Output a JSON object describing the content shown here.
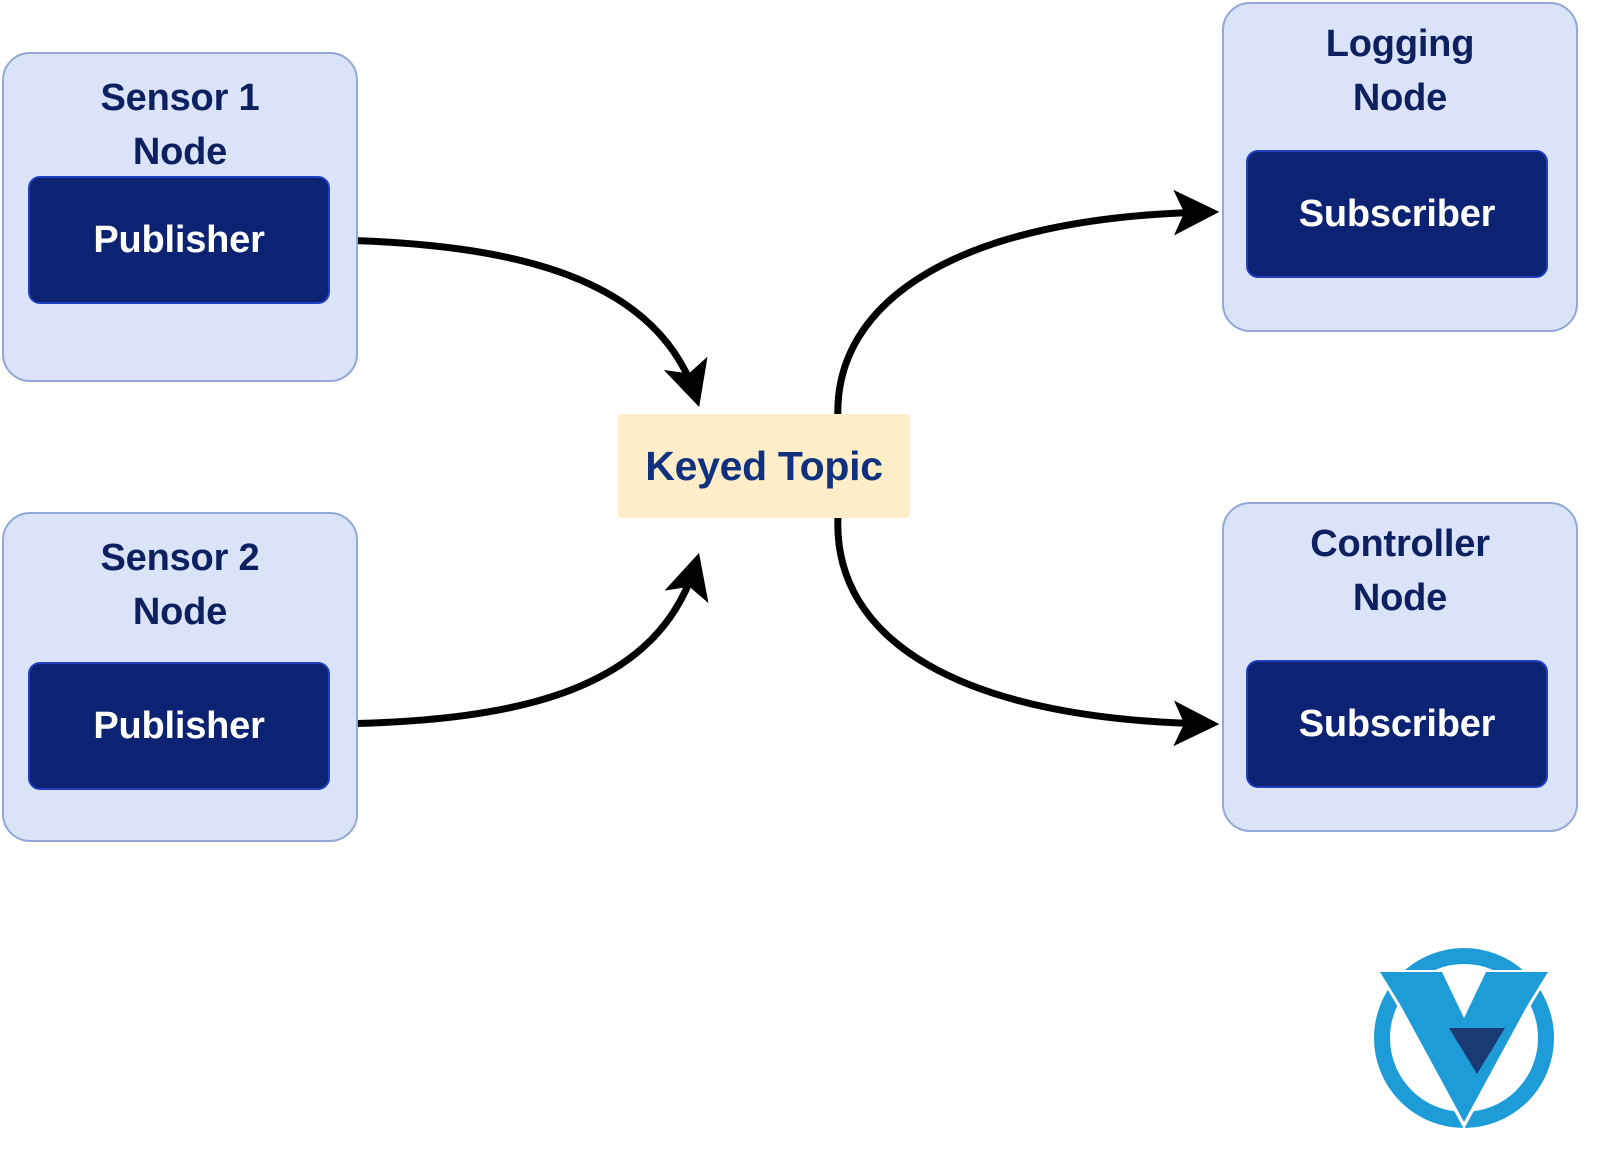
{
  "diagram": {
    "title": "ROS keyed topic publish/subscribe diagram",
    "background_color": "#ffffff",
    "palette": {
      "node_fill": "#dae3f7",
      "node_border": "#93a8d4",
      "endpoint_fill": "#0b2372",
      "endpoint_border": "#1f3ec0",
      "endpoint_text": "#ffffff",
      "node_title_text": "#0d2060",
      "topic_fill": "#fdeec9",
      "topic_text": "#11307d",
      "edge_color": "#000000",
      "logo_primary": "#1e9cd7",
      "logo_secondary": "#1a3a75"
    },
    "nodes": [
      {
        "id": "sensor-1-node",
        "title": "Sensor 1\nNode",
        "endpoint": "Publisher",
        "endpoint_role": "publisher"
      },
      {
        "id": "sensor-2-node",
        "title": "Sensor 2\nNode",
        "endpoint": "Publisher",
        "endpoint_role": "publisher"
      },
      {
        "id": "logging-node",
        "title": "Logging\nNode",
        "endpoint": "Subscriber",
        "endpoint_role": "subscriber"
      },
      {
        "id": "controller-node",
        "title": "Controller\nNode",
        "endpoint": "Subscriber",
        "endpoint_role": "subscriber"
      }
    ],
    "topic": {
      "id": "keyed-topic",
      "label": "Keyed Topic"
    },
    "edges": [
      {
        "id": "edge-sensor1-to-topic",
        "from": "sensor-1-node.publisher",
        "to": "keyed-topic",
        "arrowhead": "to"
      },
      {
        "id": "edge-sensor2-to-topic",
        "from": "sensor-2-node.publisher",
        "to": "keyed-topic",
        "arrowhead": "to"
      },
      {
        "id": "edge-topic-to-logging",
        "from": "keyed-topic",
        "to": "logging-node.subscriber",
        "arrowhead": "to"
      },
      {
        "id": "edge-topic-to-controller",
        "from": "keyed-topic",
        "to": "controller-node.subscriber",
        "arrowhead": "to"
      }
    ],
    "logo": {
      "id": "v-circle-logo",
      "description": "V in circle"
    }
  }
}
